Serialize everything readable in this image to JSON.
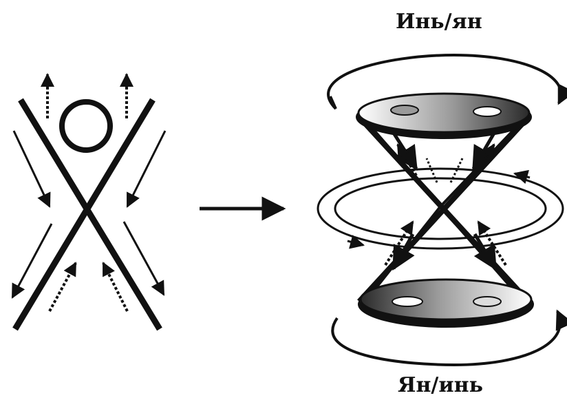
{
  "labels": {
    "top": "Инь/ян",
    "bottom": "Ян/инь"
  },
  "icons": {
    "transition_arrow": "right-arrow",
    "symbol": "yin-yang"
  },
  "colors": {
    "ink": "#111111",
    "background": "#ffffff"
  }
}
